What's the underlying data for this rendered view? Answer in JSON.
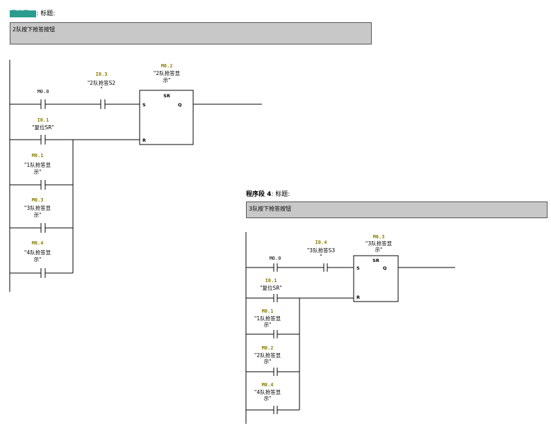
{
  "networks": [
    {
      "title_label": "程序段 3",
      "title_suffix": ": 标题:",
      "comment": "2队按下抢答按钮",
      "coil": {
        "address": "M0.2",
        "symbol_line1": "\"2队抢答显",
        "symbol_line2": "示\"",
        "type": "SR",
        "pin_s": "S",
        "pin_r": "R",
        "pin_q": "Q"
      },
      "set_contact_1": {
        "address": "M0.0"
      },
      "set_contact_2": {
        "address": "I0.3",
        "symbol_line1": "\"2队抢答S2",
        "symbol_line2": "\""
      },
      "reset_contacts": [
        {
          "address": "I0.1",
          "symbol_line1": "\"复位SR\"",
          "symbol_line2": ""
        },
        {
          "address": "M0.1",
          "symbol_line1": "\"1队抢答显",
          "symbol_line2": "示\""
        },
        {
          "address": "M0.3",
          "symbol_line1": "\"3队抢答显",
          "symbol_line2": "示\""
        },
        {
          "address": "M0.4",
          "symbol_line1": "\"4队抢答显",
          "symbol_line2": "示\""
        }
      ]
    },
    {
      "title_label": "程序段 4",
      "title_suffix": ": 标题:",
      "comment": "3队按下抢答按钮",
      "coil": {
        "address": "M0.3",
        "symbol_line1": "\"3队抢答显",
        "symbol_line2": "示\"",
        "type": "SR",
        "pin_s": "S",
        "pin_r": "R",
        "pin_q": "Q"
      },
      "set_contact_1": {
        "address": "M0.0"
      },
      "set_contact_2": {
        "address": "I0.4",
        "symbol_line1": "\"3队抢答S3",
        "symbol_line2": "\""
      },
      "reset_contacts": [
        {
          "address": "I0.1",
          "symbol_line1": "\"复位SR\"",
          "symbol_line2": ""
        },
        {
          "address": "M0.1",
          "symbol_line1": "\"1队抢答显",
          "symbol_line2": "示\""
        },
        {
          "address": "M0.2",
          "symbol_line1": "\"2队抢答显",
          "symbol_line2": "示\""
        },
        {
          "address": "M0.4",
          "symbol_line1": "\"4队抢答显",
          "symbol_line2": "示\""
        }
      ]
    }
  ]
}
